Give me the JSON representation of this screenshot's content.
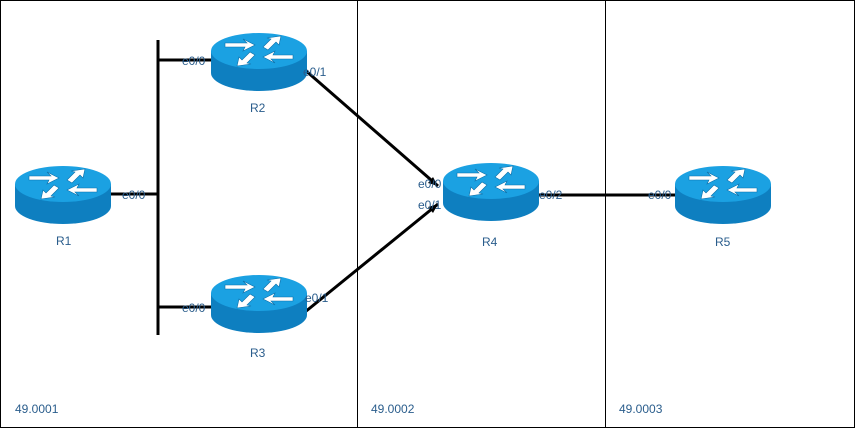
{
  "areas": [
    {
      "id": "area1",
      "label": "49.0001"
    },
    {
      "id": "area2",
      "label": "49.0002"
    },
    {
      "id": "area3",
      "label": "49.0003"
    }
  ],
  "routers": [
    {
      "id": "r1",
      "label": "R1"
    },
    {
      "id": "r2",
      "label": "R2"
    },
    {
      "id": "r3",
      "label": "R3"
    },
    {
      "id": "r4",
      "label": "R4"
    },
    {
      "id": "r5",
      "label": "R5"
    }
  ],
  "interfaces": {
    "r1_e00": "e0/0",
    "r2_e00": "e0/0",
    "r2_e01": "e0/1",
    "r3_e00": "e0/0",
    "r3_e01": "e0/1",
    "r4_e00": "e0/0",
    "r4_e01": "e0/1",
    "r4_e02": "e0/2",
    "r5_e00": "e0/0"
  },
  "colors": {
    "router_top": "#1ba1e2",
    "router_side": "#0e7fc0",
    "link": "#000000",
    "label": "#2a5d8c",
    "border": "#000000"
  }
}
